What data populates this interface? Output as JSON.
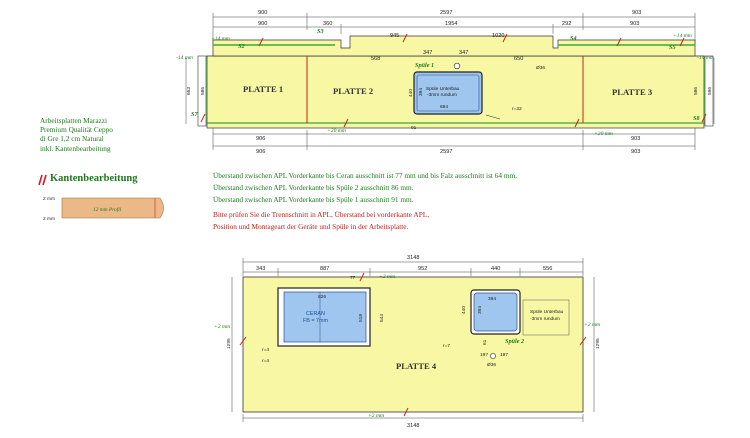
{
  "top_plan": {
    "plates": [
      "PLATTE 1",
      "PLATTE 2",
      "PLATTE 3"
    ],
    "overall_dims": {
      "left_section": "900",
      "total": "2597",
      "right_section": "903"
    },
    "second_row_dims": {
      "left": "900",
      "d360": "360",
      "d1954": "1954",
      "d292": "292",
      "right": "903"
    },
    "inner_dims": {
      "d945": "945",
      "d1020": "1020",
      "d568": "568",
      "d347a": "347",
      "d347b": "347",
      "d650": "650"
    },
    "bottom_dims": {
      "inner_left": "906",
      "inner_right": "903",
      "outer_left": "906",
      "outer_total": "2597",
      "outer_right": "903"
    },
    "side_dims": {
      "left_depth": "663",
      "right_depth": "596",
      "sink_depth": "440",
      "sink_inner": "394",
      "side_inner": "586",
      "side_inner_r": "586"
    },
    "sink_label": "Spüle 1",
    "sink_text_1": "Spüle Unterbau",
    "sink_text_2": "-3mm rundum",
    "sink_width": "694",
    "tap_hole": "Ø36",
    "radius": "r=32",
    "front_gap": "91",
    "edge_labels": {
      "s2": "S2",
      "s3": "S3",
      "s4": "S4",
      "s5": "S5",
      "s7": "S7",
      "s8": "S8"
    },
    "tolerances": {
      "left_top": "+14 mm",
      "left_side": "-14 mm",
      "right_side": "-14 mm",
      "right_top": "+14 mm",
      "bottom_left": "+20 mm",
      "bottom_right": "+20 mm"
    }
  },
  "left_info": {
    "lines": [
      "Arbeitsplatten Marazzi",
      "Premium Qualität Ceppo",
      "di Gre 1,2 cm Natural",
      "inkl. Kantenbearbeitung"
    ]
  },
  "legend": {
    "title": "Kantenbearbeitung",
    "dim_top": "2 mm",
    "dim_bottom": "2 mm",
    "profile_label": "12 mm Profil"
  },
  "notes_green": [
    "Überstand zwischen APL Vorderkante bis Ceran ausschnitt ist 77 mm und bis Falz ausschnitt ist 64 mm.",
    "Überstand zwischen APL Vorderkante bis Spüle 2 ausschnitt 86 mm.",
    "Überstand zwischen APL Vorderkante bis Spüle 1 ausschnitt 91 mm."
  ],
  "notes_red": [
    "Bitte prüfen Sie die Trennschnitt in APL, Überstand bei vorderkante APL,",
    "Position und Montageart der Geräte und Spüle in der Arbeitsplatte."
  ],
  "bottom_plan": {
    "plate": "PLATTE 4",
    "overall": "3148",
    "overall_bottom": "3148",
    "top_dims": {
      "d343": "343",
      "d887": "887",
      "d952": "952",
      "d440": "440",
      "d556": "556"
    },
    "ceran_label_1": "CERAN",
    "ceran_label_2": "FB = 7mm",
    "ceran_dims": {
      "w": "826",
      "d77": "77",
      "h": "518",
      "h_outer": "544"
    },
    "sink_label": "Spüle 2",
    "sink_text_1": "Spüle Unterbau",
    "sink_text_2": "-3mm rundum",
    "sink_dims": {
      "w": "394",
      "h": "440",
      "h_inner": "394",
      "d197a": "197",
      "d197b": "197",
      "d61": "61",
      "tap": "Ø36"
    },
    "radii": {
      "r4a": "r=4",
      "r4b": "r=4",
      "r7": "r=7"
    },
    "depth": "1295",
    "tolerances": {
      "left": "+2 mm",
      "right": "+2 mm",
      "top_mid": "+2 mm",
      "bottom": "+2 mm"
    }
  }
}
